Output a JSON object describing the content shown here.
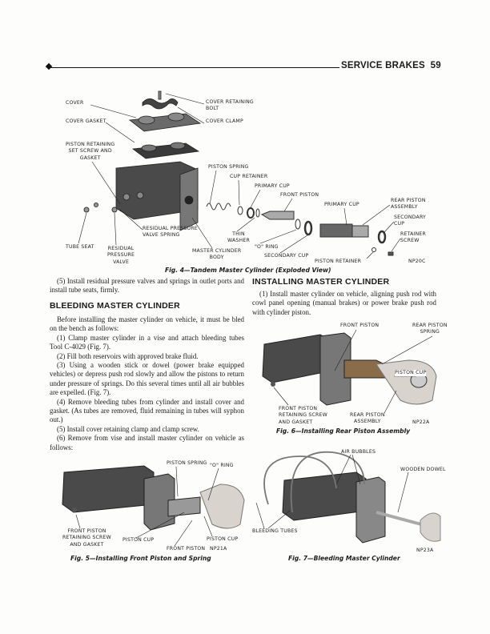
{
  "header": {
    "section": "SERVICE BRAKES",
    "page_number": "59"
  },
  "fig4": {
    "caption": "Fig. 4—Tandem Master Cylinder (Exploded View)",
    "labels": {
      "cover": "COVER",
      "cover_gasket": "COVER GASKET",
      "cover_retaining_bolt_1": "COVER RETAINING",
      "cover_retaining_bolt_2": "BOLT",
      "cover_clamp": "COVER CLAMP",
      "piston_retaining_1": "PISTON RETAINING",
      "piston_retaining_2": "SET SCREW AND",
      "piston_retaining_3": "GASKET",
      "piston_spring": "PISTON SPRING",
      "cup_retainer": "CUP RETAINER",
      "primary_cup": "PRIMARY CUP",
      "front_piston": "FRONT PISTON",
      "primary_cup_2": "PRIMARY CUP",
      "rear_piston_1": "REAR PISTON",
      "rear_piston_2": "ASSEMBLY",
      "secondary_cup_1": "SECONDARY",
      "secondary_cup_2": "CUP",
      "retainer_screw_1": "RETAINER",
      "retainer_screw_2": "SCREW",
      "np": "NP20C",
      "piston_retainer": "PISTON RETAINER",
      "secondary_cup_lower": "SECONDARY CUP",
      "o_ring": "\"O\" RING",
      "thin_washer_1": "THIN",
      "thin_washer_2": "WASHER",
      "body_1": "MASTER CYLINDER",
      "body_2": "BODY",
      "rpvs_1": "RESIDUAL PRESSURE",
      "rpvs_2": "VALVE SPRING",
      "tube_seat": "TUBE SEAT",
      "rpv_1": "RESIDUAL",
      "rpv_2": "PRESSURE",
      "rpv_3": "VALVE"
    }
  },
  "left": {
    "p5": "(5) Install residual pressure valves and springs in outlet ports and install tube seats, firmly.",
    "heading": "BLEEDING MASTER CYLINDER",
    "intro": "Before installing the master cylinder on vehicle, it must be bled on the bench as follows:",
    "steps": [
      "(1) Clamp master cylinder in a vise and attach bleeding tubes Tool C-4029 (Fig. 7).",
      "(2) Fill both reservoirs with approved brake fluid.",
      "(3) Using a wooden stick or dowel (power brake equipped vehicles) or depress push rod slowly and allow the pistons to return under pressure of springs. Do this several times until all air bubbles are expelled. (Fig. 7).",
      "(4) Remove bleeding tubes from cylinder and install cover and gasket. (As tubes are removed, fluid remaining in tubes will syphon out.)",
      "(5) Install cover retaining clamp and clamp screw.",
      "(6) Remove from vise and install master cylinder on vehicle as follows:"
    ]
  },
  "right": {
    "heading": "INSTALLING MASTER CYLINDER",
    "p1": "(1) Install master cylinder on vehicle, aligning push rod with cowl panel opening (manual brakes) or power brake push rod with cylinder piston."
  },
  "fig6": {
    "caption": "Fig. 6—Installing Rear Piston Assembly",
    "labels": {
      "front_piston": "FRONT PISTON",
      "rps_1": "REAR PISTON",
      "rps_2": "SPRING",
      "piston_cup": "PISTON CUP",
      "fp_1": "FRONT PISTON",
      "fp_2": "RETAINING SCREW",
      "fp_3": "AND GASKET",
      "rpa_1": "REAR PISTON",
      "rpa_2": "ASSEMBLY",
      "np": "NP22A"
    }
  },
  "fig5": {
    "caption": "Fig. 5—Installing Front Piston and Spring",
    "labels": {
      "piston_spring": "PISTON SPRING",
      "o_ring": "\"O\" RING",
      "fp_1": "FRONT PISTON",
      "fp_2": "RETAINING SCREW",
      "fp_3": "AND GASKET",
      "piston_cup_1": "PISTON CUP",
      "piston_cup_2": "PISTON CUP",
      "front_piston": "FRONT PISTON",
      "np": "NP21A"
    }
  },
  "fig7": {
    "caption": "Fig. 7—Bleeding Master Cylinder",
    "labels": {
      "air_bubbles": "AIR BUBBLES",
      "wooden_dowel": "WOODEN DOWEL",
      "bleeding_tubes": "BLEEDING TUBES",
      "np": "NP23A"
    }
  }
}
